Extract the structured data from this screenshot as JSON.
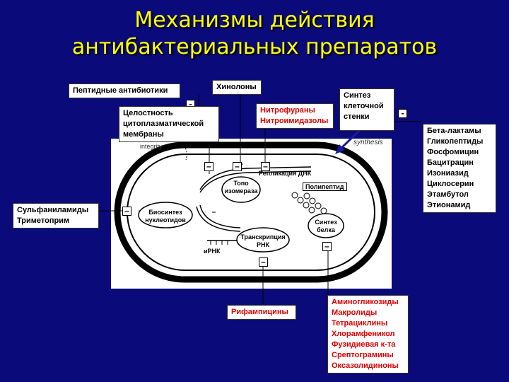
{
  "title": {
    "line1": "Механизмы действия",
    "line2": "антибактериальных препаратов"
  },
  "boxes": {
    "peptide": "Пептидные антибиотики",
    "quinolones": "Хинолоны",
    "membrane": [
      "Целостность",
      "цитоплазматической",
      "мембраны"
    ],
    "nitro": [
      "Нитрофураны",
      "Нитроимидазолы"
    ],
    "cellwall": [
      "Синтез",
      "клеточной",
      "стенки"
    ],
    "betalactam": [
      "Бета-лактамы",
      "Гликопептиды",
      "Фосфомицин",
      "Бацитрацин",
      "Изониазид",
      "Циклосерин",
      "Этамбутол",
      "Этионамид"
    ],
    "sulfa": [
      "Сульфаниламиды",
      "Триметоприм"
    ],
    "rifampicin": "Рифампицины",
    "aminoglycoside": [
      "Аминогликозиды",
      "Макролиды",
      "Тетрациклины",
      "Хлорамфеникол",
      "Фузидиевая к-та",
      "Срептограмины",
      "Оксазолидиноны"
    ]
  },
  "cell": {
    "integrity": "integrity",
    "synthesis": "synthesis",
    "topo": [
      "Топо",
      "изомераза"
    ],
    "dna_replication": "Репликация ДНК",
    "polypeptide": "Полипептид",
    "nucleotide": [
      "Биосинтез",
      "нуклеотидов"
    ],
    "protein": [
      "Синтез",
      "белка"
    ],
    "transcription": [
      "Транскрипция",
      "РНК"
    ],
    "mrna": "иРНК"
  },
  "symbols": {
    "minus": "–",
    "dash": "-"
  },
  "colors": {
    "background": "#0a0a7a",
    "title": "#ffff00",
    "red_text": "#e00000",
    "arrow": "#1a1aa0"
  }
}
